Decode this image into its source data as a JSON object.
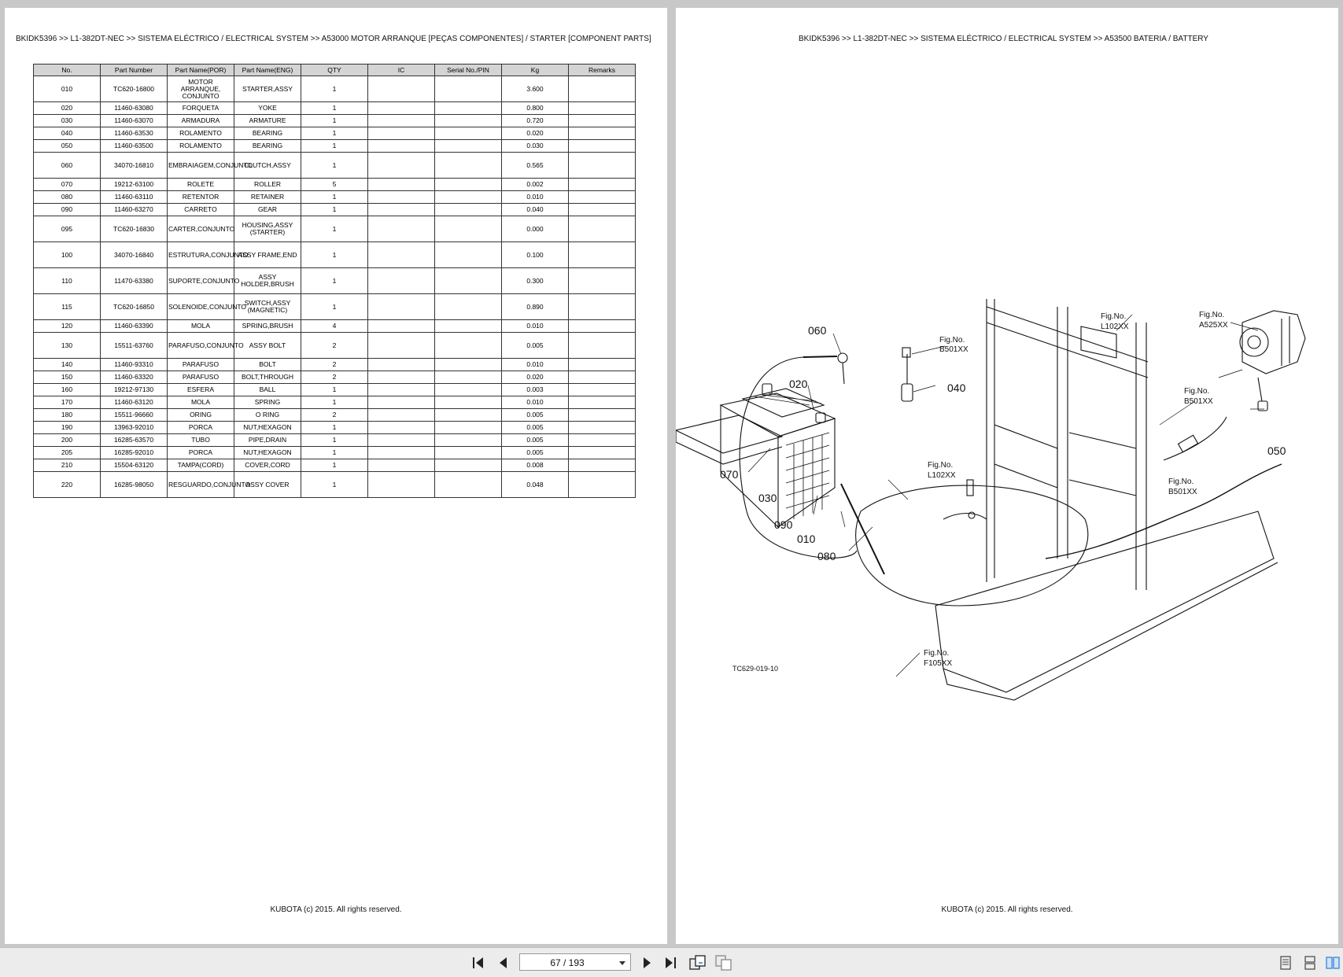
{
  "left_page": {
    "header": "BKIDK5396 >> L1-382DT-NEC >> SISTEMA ELÉCTRICO / ELECTRICAL SYSTEM >> A53000   MOTOR ARRANQUE [PEÇAS COMPONENTES] / STARTER [COMPONENT PARTS]",
    "columns": [
      "No.",
      "Part Number",
      "Part Name(POR)",
      "Part Name(ENG)",
      "QTY",
      "IC",
      "Serial No./PIN",
      "Kg",
      "Remarks"
    ],
    "rows": [
      {
        "no": "010",
        "part": "TC620-16800",
        "por": "MOTOR ARRANQUE, CONJUNTO",
        "eng": "STARTER,ASSY",
        "qty": "1",
        "ic": "",
        "serial": "",
        "kg": "3.600",
        "remarks": ""
      },
      {
        "no": "020",
        "part": "11460-63080",
        "por": "FORQUETA",
        "eng": "YOKE",
        "qty": "1",
        "ic": "",
        "serial": "",
        "kg": "0.800",
        "remarks": ""
      },
      {
        "no": "030",
        "part": "11460-63070",
        "por": "ARMADURA",
        "eng": "ARMATURE",
        "qty": "1",
        "ic": "",
        "serial": "",
        "kg": "0.720",
        "remarks": ""
      },
      {
        "no": "040",
        "part": "11460-63530",
        "por": "ROLAMENTO",
        "eng": "BEARING",
        "qty": "1",
        "ic": "",
        "serial": "",
        "kg": "0.020",
        "remarks": ""
      },
      {
        "no": "050",
        "part": "11460-63500",
        "por": "ROLAMENTO",
        "eng": "BEARING",
        "qty": "1",
        "ic": "",
        "serial": "",
        "kg": "0.030",
        "remarks": ""
      },
      {
        "no": "060",
        "part": "34070-16810",
        "por": "EMBRAIAGEM,CONJUNTO",
        "eng": "CLUTCH,ASSY",
        "qty": "1",
        "ic": "",
        "serial": "",
        "kg": "0.565",
        "remarks": ""
      },
      {
        "no": "070",
        "part": "19212-63100",
        "por": "ROLETE",
        "eng": "ROLLER",
        "qty": "5",
        "ic": "",
        "serial": "",
        "kg": "0.002",
        "remarks": ""
      },
      {
        "no": "080",
        "part": "11460-63110",
        "por": "RETENTOR",
        "eng": "RETAINER",
        "qty": "1",
        "ic": "",
        "serial": "",
        "kg": "0.010",
        "remarks": ""
      },
      {
        "no": "090",
        "part": "11460-63270",
        "por": "CARRETO",
        "eng": "GEAR",
        "qty": "1",
        "ic": "",
        "serial": "",
        "kg": "0.040",
        "remarks": ""
      },
      {
        "no": "095",
        "part": "TC620-16830",
        "por": "CARTER,CONJUNTO",
        "eng": "HOUSING,ASSY (STARTER)",
        "qty": "1",
        "ic": "",
        "serial": "",
        "kg": "0.000",
        "remarks": ""
      },
      {
        "no": "100",
        "part": "34070-16840",
        "por": "ESTRUTURA,CONJUNTO",
        "eng": "ASSY FRAME,END",
        "qty": "1",
        "ic": "",
        "serial": "",
        "kg": "0.100",
        "remarks": ""
      },
      {
        "no": "110",
        "part": "11470-63380",
        "por": "SUPORTE,CONJUNTO",
        "eng": "ASSY HOLDER,BRUSH",
        "qty": "1",
        "ic": "",
        "serial": "",
        "kg": "0.300",
        "remarks": ""
      },
      {
        "no": "115",
        "part": "TC620-16850",
        "por": "SOLENOIDE,CONJUNTO",
        "eng": "SWITCH,ASSY (MAGNETIC)",
        "qty": "1",
        "ic": "",
        "serial": "",
        "kg": "0.890",
        "remarks": ""
      },
      {
        "no": "120",
        "part": "11460-63390",
        "por": "MOLA",
        "eng": "SPRING,BRUSH",
        "qty": "4",
        "ic": "",
        "serial": "",
        "kg": "0.010",
        "remarks": ""
      },
      {
        "no": "130",
        "part": "15511-63760",
        "por": "PARAFUSO,CONJUNTO",
        "eng": "ASSY BOLT",
        "qty": "2",
        "ic": "",
        "serial": "",
        "kg": "0.005",
        "remarks": ""
      },
      {
        "no": "140",
        "part": "11460-93310",
        "por": "PARAFUSO",
        "eng": "BOLT",
        "qty": "2",
        "ic": "",
        "serial": "",
        "kg": "0.010",
        "remarks": ""
      },
      {
        "no": "150",
        "part": "11460-63320",
        "por": "PARAFUSO",
        "eng": "BOLT,THROUGH",
        "qty": "2",
        "ic": "",
        "serial": "",
        "kg": "0.020",
        "remarks": ""
      },
      {
        "no": "160",
        "part": "19212-97130",
        "por": "ESFERA",
        "eng": "BALL",
        "qty": "1",
        "ic": "",
        "serial": "",
        "kg": "0.003",
        "remarks": ""
      },
      {
        "no": "170",
        "part": "11460-63120",
        "por": "MOLA",
        "eng": "SPRING",
        "qty": "1",
        "ic": "",
        "serial": "",
        "kg": "0.010",
        "remarks": ""
      },
      {
        "no": "180",
        "part": "15511-96660",
        "por": "ORING",
        "eng": "O RING",
        "qty": "2",
        "ic": "",
        "serial": "",
        "kg": "0.005",
        "remarks": ""
      },
      {
        "no": "190",
        "part": "13963-92010",
        "por": "PORCA",
        "eng": "NUT,HEXAGON",
        "qty": "1",
        "ic": "",
        "serial": "",
        "kg": "0.005",
        "remarks": ""
      },
      {
        "no": "200",
        "part": "16285-63570",
        "por": "TUBO",
        "eng": "PIPE,DRAIN",
        "qty": "1",
        "ic": "",
        "serial": "",
        "kg": "0.005",
        "remarks": ""
      },
      {
        "no": "205",
        "part": "16285-92010",
        "por": "PORCA",
        "eng": "NUT,HEXAGON",
        "qty": "1",
        "ic": "",
        "serial": "",
        "kg": "0.005",
        "remarks": ""
      },
      {
        "no": "210",
        "part": "15504-63120",
        "por": "TAMPA(CORD)",
        "eng": "COVER,CORD",
        "qty": "1",
        "ic": "",
        "serial": "",
        "kg": "0.008",
        "remarks": ""
      },
      {
        "no": "220",
        "part": "16285-98050",
        "por": "RESGUARDO,CONJUNTO",
        "eng": "ASSY COVER",
        "qty": "1",
        "ic": "",
        "serial": "",
        "kg": "0.048",
        "remarks": ""
      }
    ],
    "footer": "KUBOTA (c) 2015. All rights reserved."
  },
  "right_page": {
    "header": "BKIDK5396 >> L1-382DT-NEC >> SISTEMA ELÉCTRICO / ELECTRICAL SYSTEM >> A53500   BATERIA / BATTERY",
    "diagram": {
      "callouts": {
        "c060": "060",
        "c020": "020",
        "c040": "040",
        "c050": "050",
        "c070": "070",
        "c030": "030",
        "c090": "090",
        "c010": "010",
        "c080": "080"
      },
      "fig_refs": {
        "fig_label": "Fig.No.",
        "b501_top": "B501XX",
        "l102_top": "L102XX",
        "a525": "A525XX",
        "b501_right": "B501XX",
        "l102_mid": "L102XX",
        "b501_low": "B501XX",
        "f105": "F105XX"
      },
      "drawing_code": "TC629-019-10"
    },
    "footer": "KUBOTA (c) 2015. All rights reserved."
  },
  "toolbar": {
    "page_indicator": "67 / 193",
    "icons": [
      "first-page-icon",
      "prev-page-icon",
      "next-page-icon",
      "last-page-icon",
      "continuous-view-icon",
      "two-page-view-icon",
      "single-page-view-icon",
      "scroll-view-icon",
      "spread-view-icon"
    ]
  }
}
